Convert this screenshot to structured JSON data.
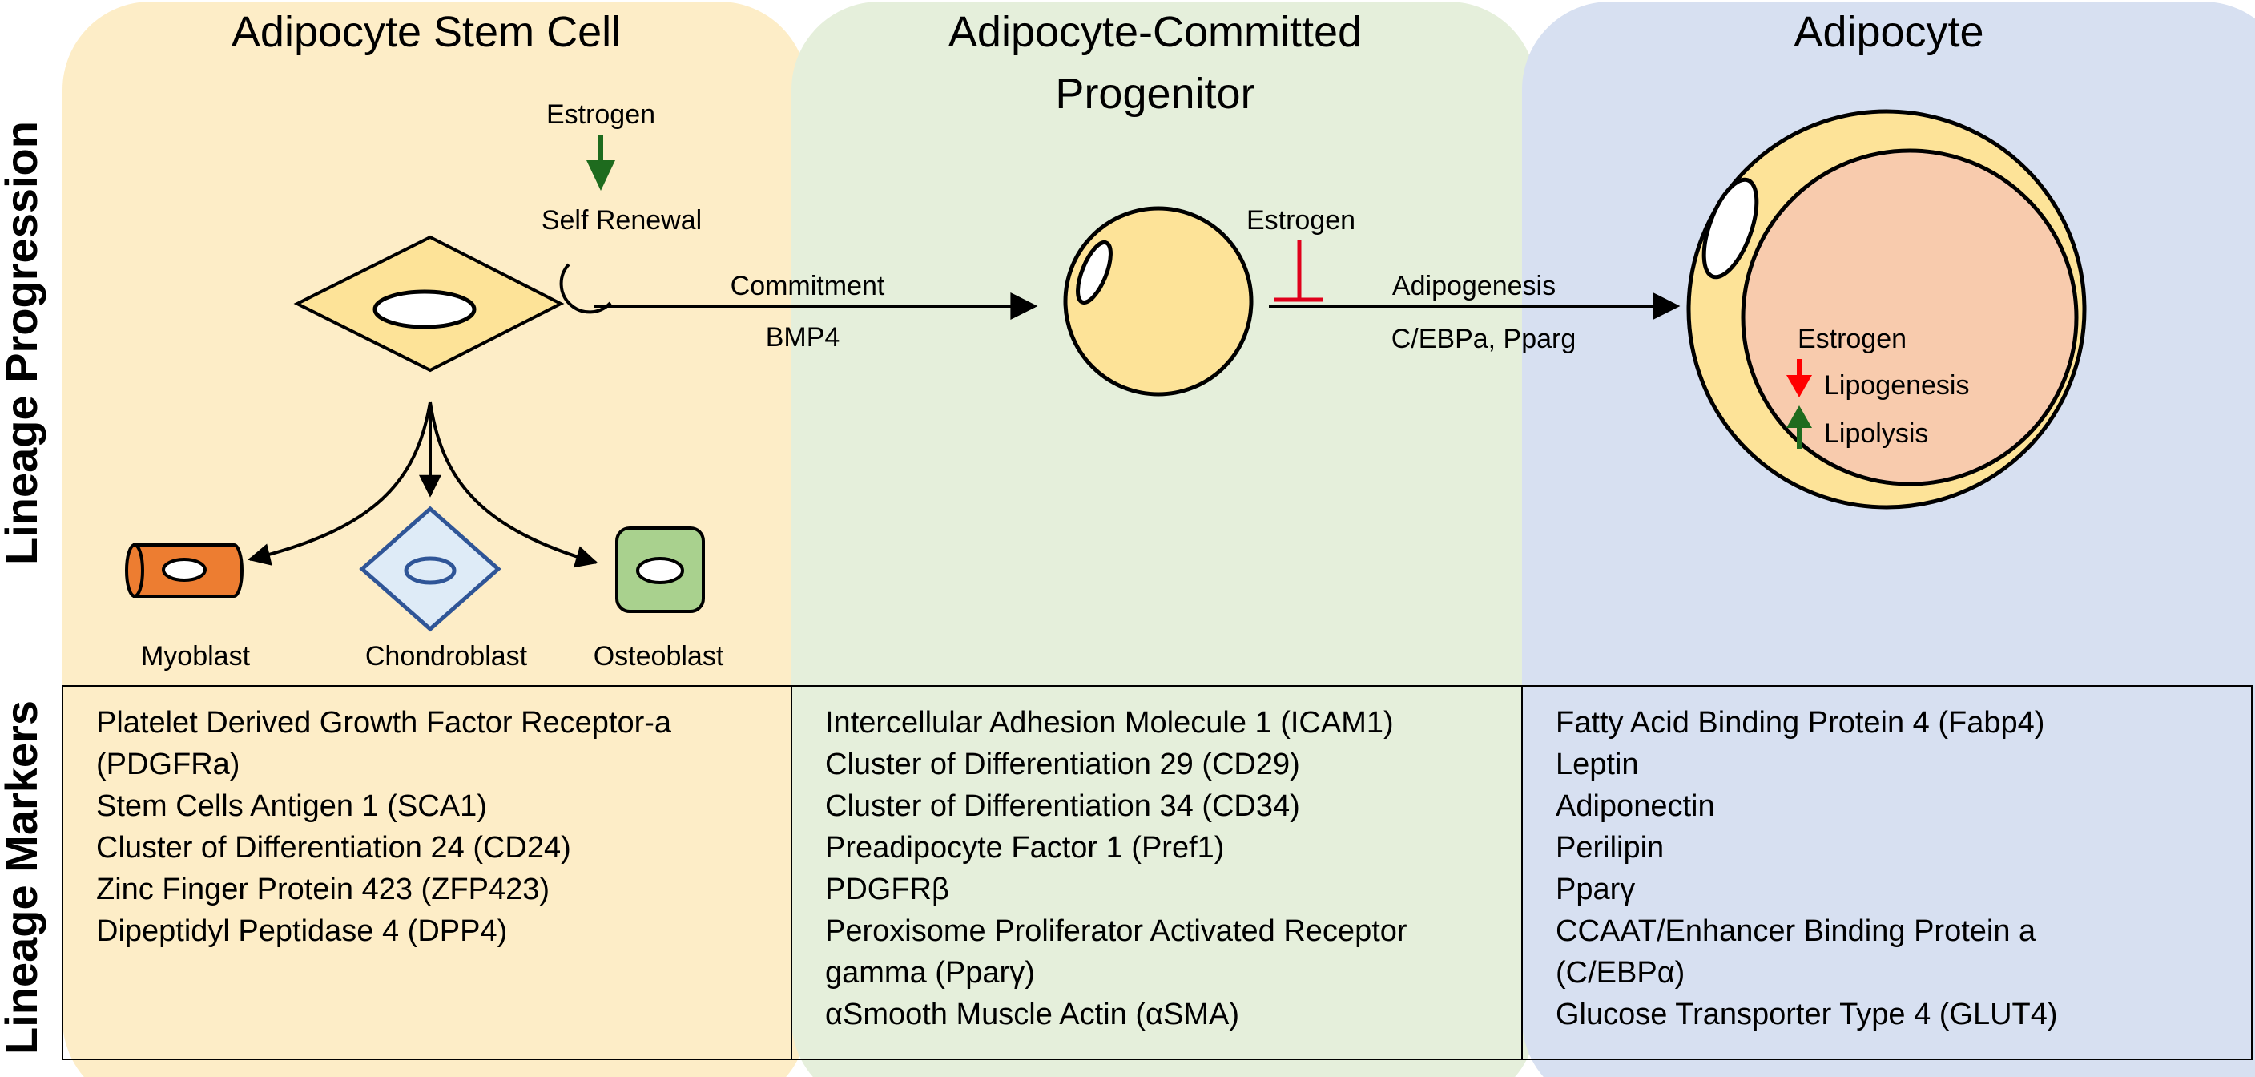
{
  "side_labels": {
    "top": "Lineage Progression",
    "bottom": "Lineage Markers"
  },
  "panels": [
    {
      "title": "Adipocyte Stem Cell",
      "color": "#fdedc7",
      "markers": [
        "Platelet Derived Growth Factor Receptor-a",
        "(PDGFRa)",
        "Stem Cells Antigen 1 (SCA1)",
        "Cluster of Differentiation 24 (CD24)",
        "Zinc Finger Protein 423 (ZFP423)",
        "Dipeptidyl Peptidase 4 (DPP4)"
      ]
    },
    {
      "title_line1": "Adipocyte-Committed",
      "title_line2": "Progenitor",
      "color": "#e5efdb",
      "markers": [
        "Intercellular Adhesion Molecule 1 (ICAM1)",
        "Cluster of Differentiation 29 (CD29)",
        "Cluster of Differentiation 34 (CD34)",
        "Preadipocyte Factor 1 (Pref1)",
        "PDGFRβ",
        "Peroxisome Proliferator Activated Receptor",
        "gamma (Pparγ)",
        "αSmooth Muscle Actin (αSMA)"
      ]
    },
    {
      "title": "Adipocyte",
      "color": "#d7e0f1",
      "markers": [
        "Fatty Acid Binding Protein 4 (Fabp4)",
        "Leptin",
        "Adiponectin",
        "Perilipin",
        "Pparγ",
        "CCAAT/Enhancer Binding Protein a",
        "(C/EBPα)",
        "Glucose Transporter Type 4 (GLUT4)"
      ]
    }
  ],
  "progression": {
    "stem_estrogen": "Estrogen",
    "self_renewal": "Self Renewal",
    "commitment": "Commitment",
    "bmp4": "BMP4",
    "progenitor_estrogen": "Estrogen",
    "adipogenesis": "Adipogenesis",
    "adipogenesis_factors": "C/EBPa, Pparg",
    "adipocyte_estrogen": "Estrogen",
    "lipogenesis": "Lipogenesis",
    "lipolysis": "Lipolysis"
  },
  "lineages": {
    "myoblast": "Myoblast",
    "chondroblast": "Chondroblast",
    "osteoblast": "Osteoblast"
  },
  "colors": {
    "cell_fill": "#fde398",
    "myoblast_fill": "#ed7d31",
    "chondroblast_fill": "#deebf7",
    "chondroblast_stroke": "#2f5597",
    "osteoblast_fill": "#a9d18e",
    "adipocyte_lipid": "#f8cbad",
    "estrogen_up": "#1e6b1e",
    "estrogen_down": "#ff0000",
    "estrogen_inhibit": "#e0001b"
  }
}
